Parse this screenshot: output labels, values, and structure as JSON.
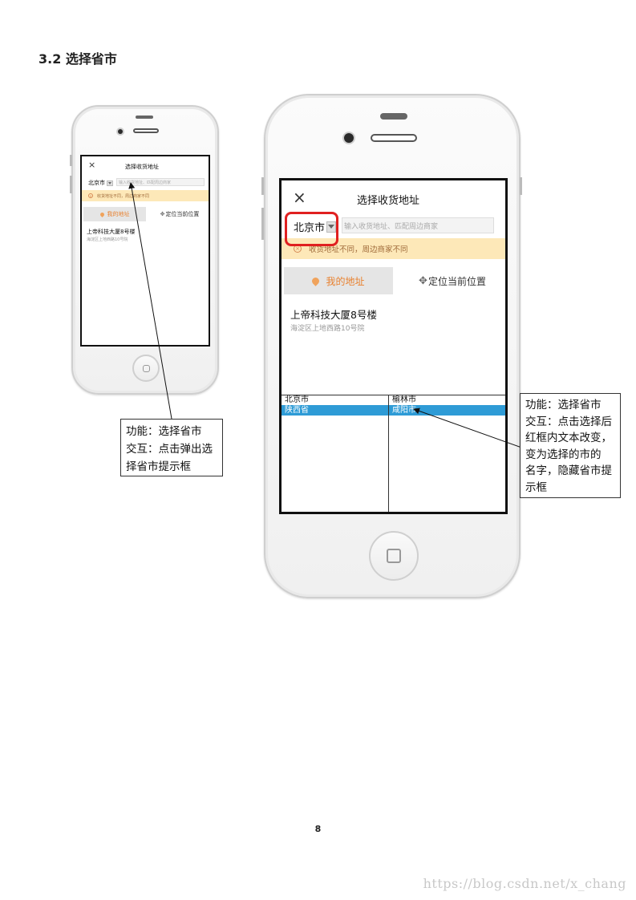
{
  "section_title": "3.2 选择省市",
  "screen": {
    "header_title": "选择收货地址",
    "close_glyph": "×",
    "city": "北京市",
    "address_placeholder": "输入收货地址、匹配周边商家",
    "warning": "收货地址不同，周边商家不同",
    "tab_my_address": "我的地址",
    "tab_locate": "定位当前位置",
    "address_name": "上帝科技大厦8号楼",
    "address_detail": "海淀区上地西路10号院",
    "picker": {
      "provinces": [
        "北京市",
        "陕西省"
      ],
      "selected_province_index": 1,
      "cities": [
        "榆林市",
        "咸阳市"
      ],
      "selected_city_index": 1
    },
    "colors": {
      "highlight": "#e02020",
      "selected_row": "#2e9bd6",
      "warning_bg": "#fde8b8",
      "accent": "#e8812f"
    }
  },
  "callout_left": {
    "lines": [
      "功能：选择省市",
      "交互：点击弹出选",
      "择省市提示框"
    ]
  },
  "callout_right": {
    "lines": [
      "功能：选择省市",
      "交互：点击选择后",
      "红框内文本改变，",
      "变为选择的市的",
      "名字，隐藏省市提",
      "示框"
    ]
  },
  "page_number": "8",
  "watermark": "https://blog.csdn.net/x_chang"
}
